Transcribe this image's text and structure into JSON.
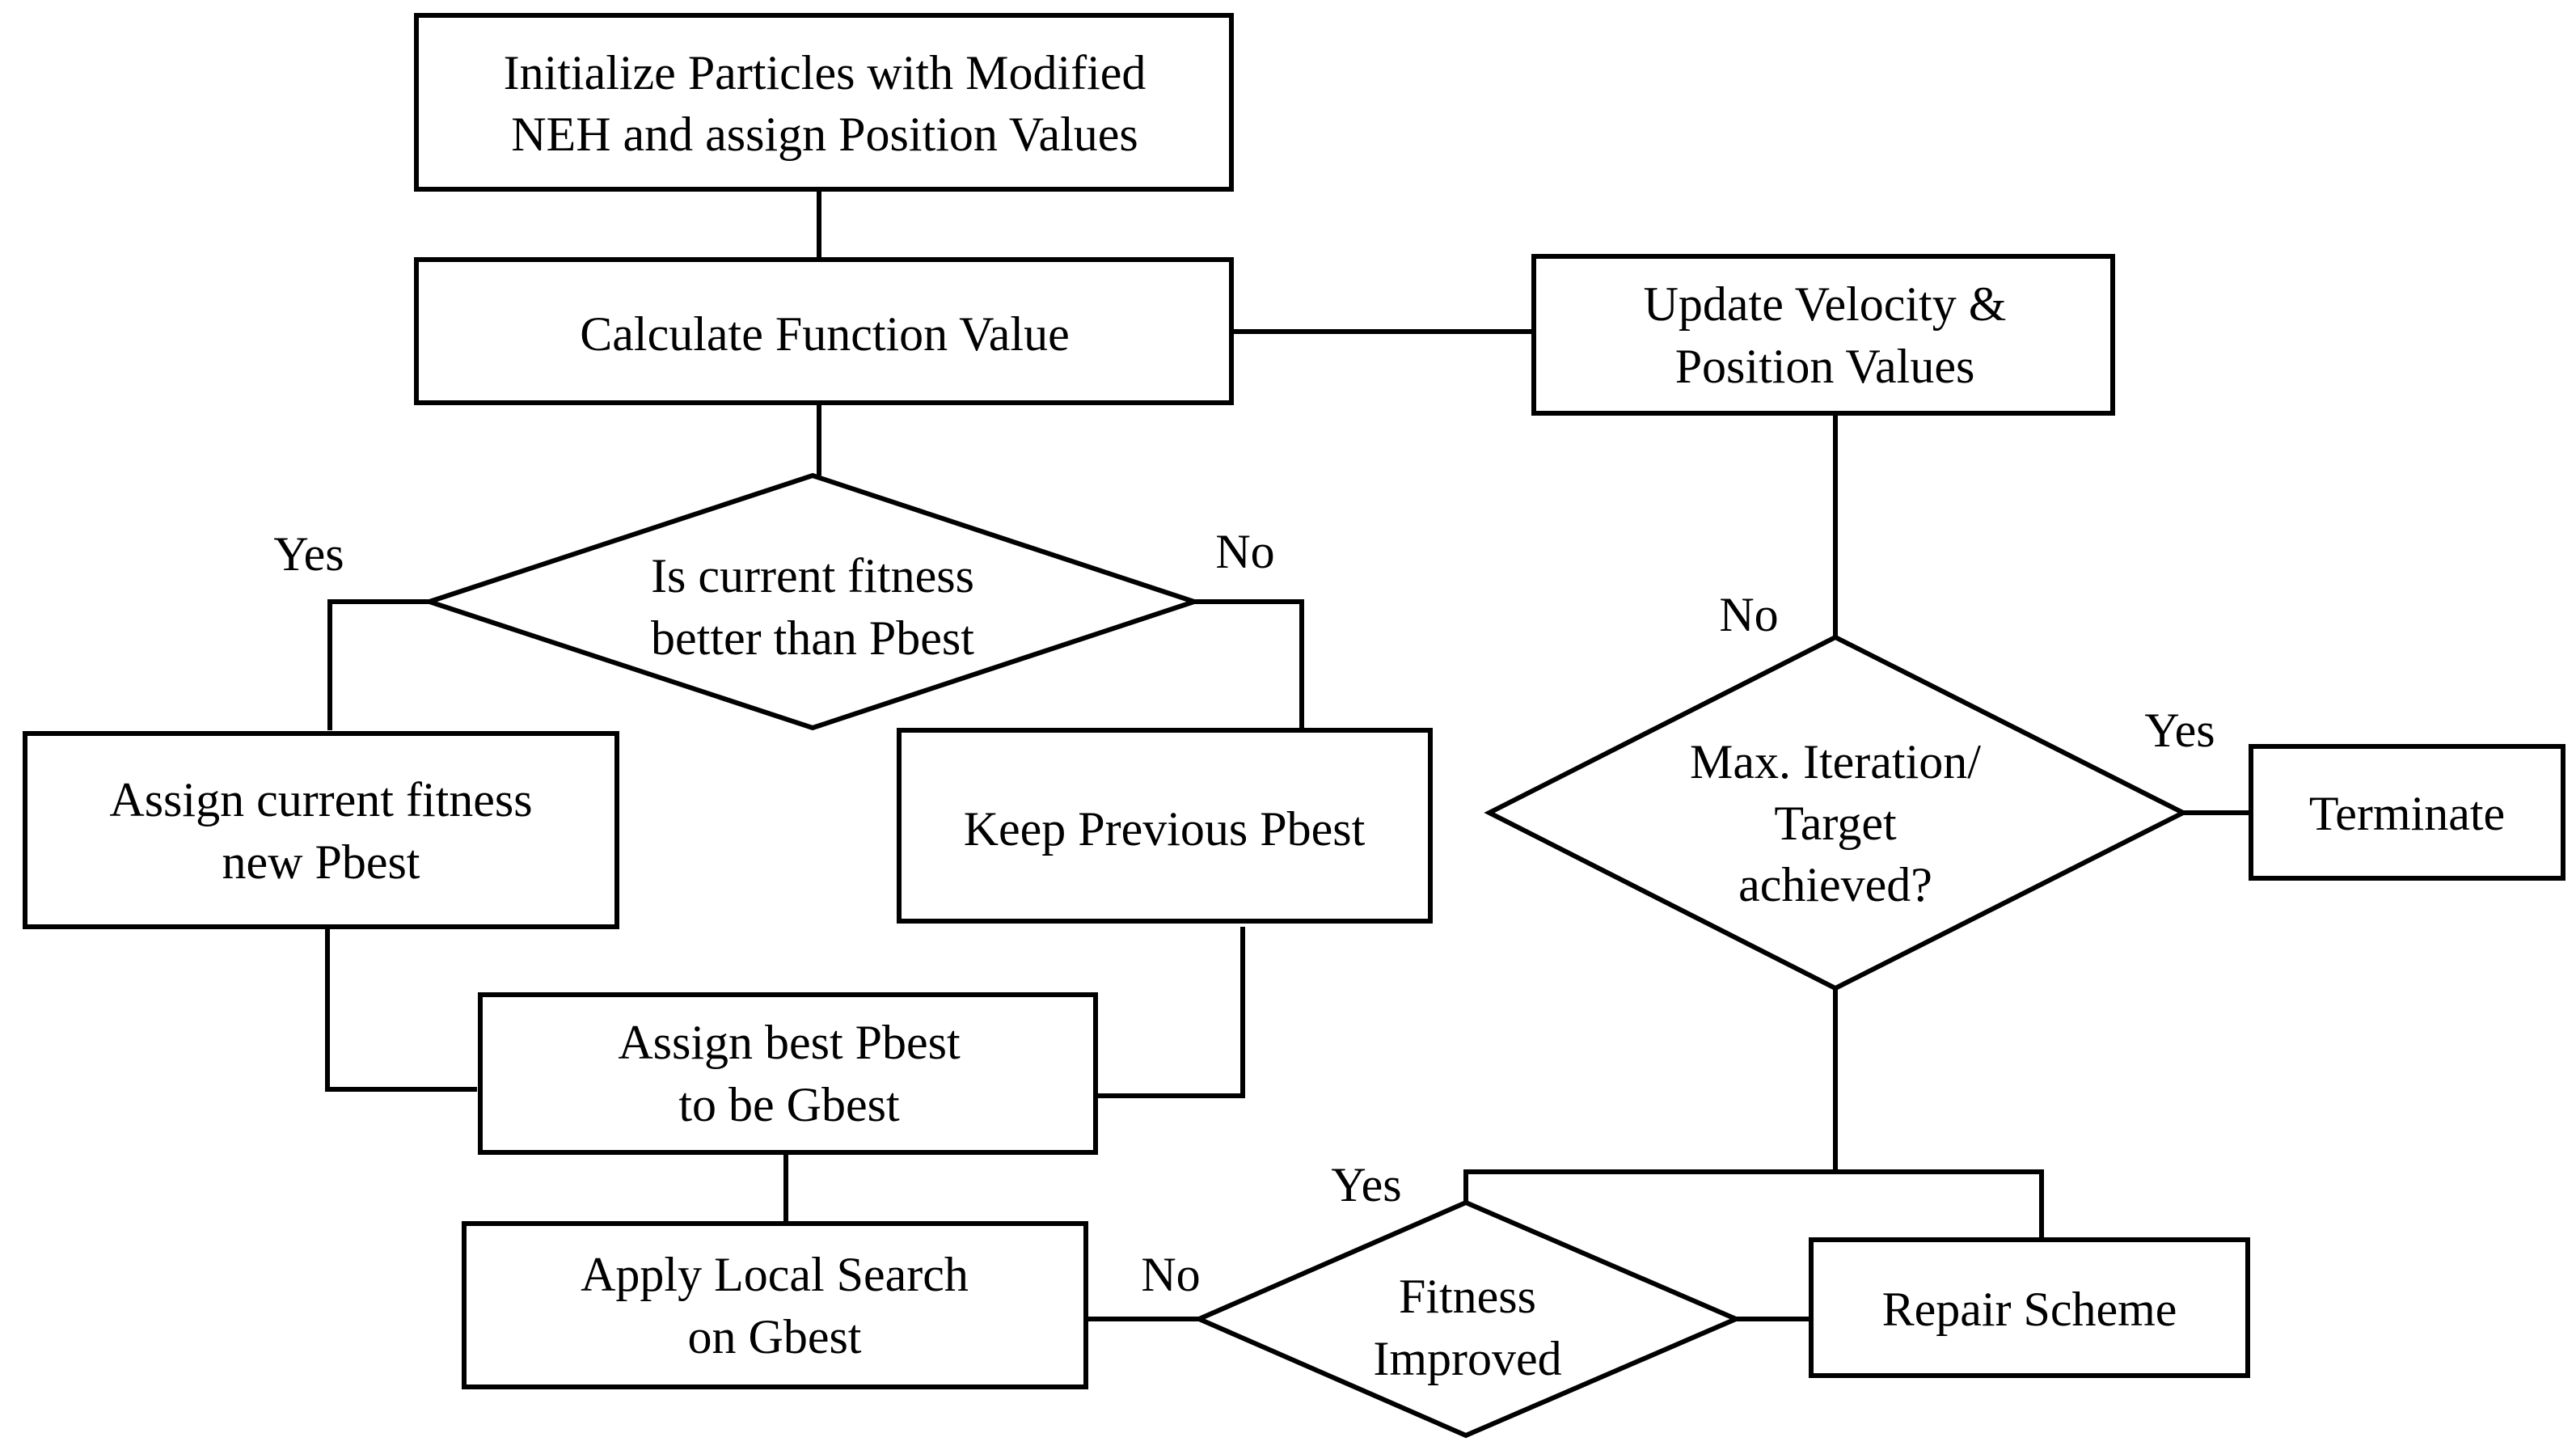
{
  "nodes": {
    "init": {
      "line1": "Initialize Particles with Modified",
      "line2": "NEH and assign Position Values"
    },
    "calc": {
      "line1": "Calculate Function Value"
    },
    "update": {
      "line1": "Update Velocity &",
      "line2": "Position Values"
    },
    "fitness_check": {
      "line1": "Is current fitness",
      "line2": "better than Pbest"
    },
    "assign_current": {
      "line1": "Assign current fitness",
      "line2": "new Pbest"
    },
    "keep_prev": {
      "line1": "Keep Previous Pbest"
    },
    "assign_gbest": {
      "line1": "Assign best Pbest",
      "line2": "to be Gbest"
    },
    "local_search": {
      "line1": "Apply Local Search",
      "line2": "on Gbest"
    },
    "max_iter": {
      "line1": "Max. Iteration/",
      "line2": "Target",
      "line3": "achieved?"
    },
    "terminate": {
      "line1": "Terminate"
    },
    "fitness_improved": {
      "line1": "Fitness",
      "line2": "Improved"
    },
    "repair": {
      "line1": "Repair Scheme"
    }
  },
  "edge_labels": {
    "fitness_yes": "Yes",
    "fitness_no": "No",
    "max_no": "No",
    "max_yes": "Yes",
    "improved_yes": "Yes",
    "improved_no": "No"
  },
  "colors": {
    "stroke": "#000000",
    "fill": "#ffffff"
  }
}
